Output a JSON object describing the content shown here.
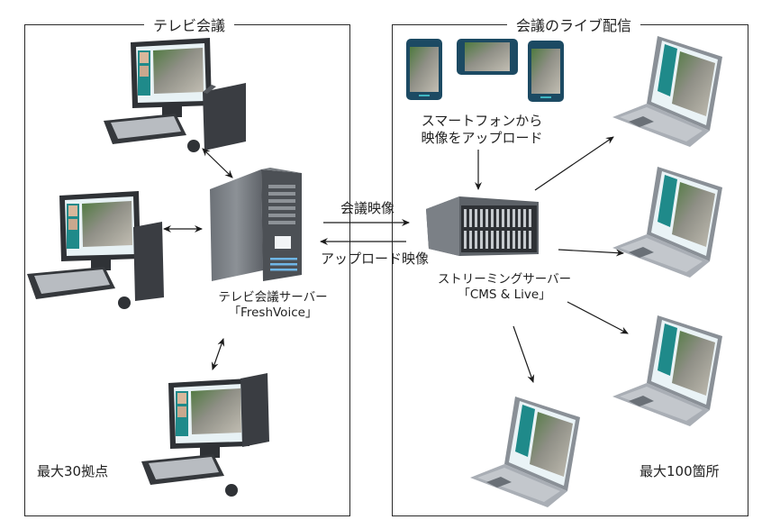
{
  "panels": {
    "left": {
      "title": "テレビ会議",
      "capacity": "最大30拠点"
    },
    "right": {
      "title": "会議のライブ配信",
      "capacity": "最大100箇所"
    }
  },
  "nodes": {
    "tv_server": {
      "line1": "テレビ会議サーバー",
      "line2": "「FreshVoice」",
      "icon": "tower-server-icon"
    },
    "streaming_server": {
      "line1": "ストリーミングサーバー",
      "line2": "「CMS & Live」",
      "icon": "rack-server-icon"
    },
    "smartphones": {
      "line1": "スマートフォンから",
      "line2": "映像をアップロード",
      "icon": "smartphone-icon",
      "count": 3
    },
    "desktop_clients": {
      "icon": "desktop-pc-icon",
      "count": 3
    },
    "laptop_viewers": {
      "icon": "laptop-icon",
      "count": 4
    }
  },
  "links": {
    "conference_video": "会議映像",
    "upload_video": "アップロード映像"
  },
  "colors": {
    "line": "#2a2a2a",
    "device_dark": "#3a3d42",
    "screen_teal": "#1f8a8a",
    "laptop_gray": "#a9aeb5"
  }
}
